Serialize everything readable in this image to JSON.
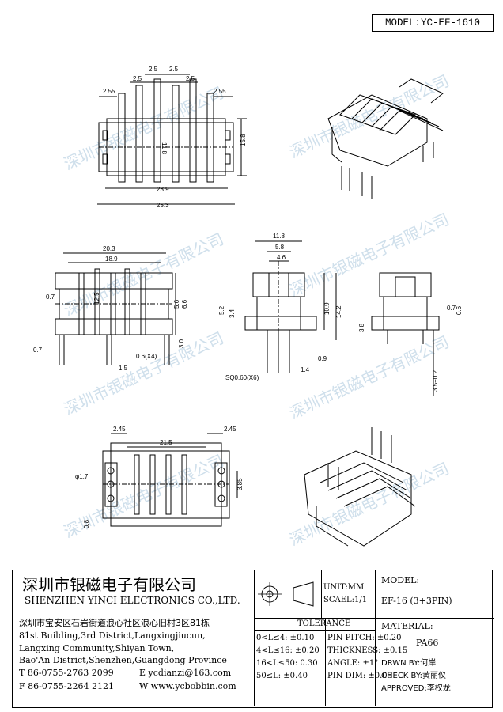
{
  "model_label": "MODEL:YC-EF-1610",
  "watermark": "深圳市银磁电子有限公司",
  "top_view": {
    "d1": "2.5",
    "d2": "2.5",
    "d3": "2.5",
    "d4": "2.5",
    "left": "2.55",
    "right": "2.55",
    "mid": "11.8",
    "height": "15.8",
    "inner_width": "23.9",
    "outer_width": "25.3"
  },
  "side_view": {
    "w1": "20.3",
    "w2": "18.9",
    "h1": "12.5",
    "h2": "5.6",
    "h3": "6.6",
    "pin_w": "0.6(X4)",
    "pitch": "3.0",
    "p1": "0.7",
    "p2": "0.7",
    "bot": "1.5"
  },
  "front_view": {
    "w1": "11.8",
    "w2": "5.8",
    "w3": "4.6",
    "h1": "5.2",
    "h2": "3.4",
    "h3": "10.9",
    "h4": "14.2",
    "p1": "0.9",
    "p2": "1.4",
    "pin": "SQ0.60(X6)"
  },
  "end_view": {
    "p1": "0.7",
    "p2": "0.6",
    "h1": "3.8",
    "pin_len": "3.5+0.2"
  },
  "bottom_view": {
    "l": "2.45",
    "r": "2.45",
    "w": "21.5",
    "h": "3.85",
    "d": "φ1.7",
    "p": "0.8"
  },
  "title_block": {
    "company_cn": "深圳市银磁电子有限公司",
    "company_en": "SHENZHEN YINCI ELECTRONICS CO.,LTD.",
    "address_cn": "深圳市宝安区石岩街道浪心社区浪心旧村3区81栋",
    "address_en_1": "81st Building,3rd District,Langxingjiucun,",
    "address_en_2": "Langxing Community,Shiyan Town,",
    "address_en_3": "Bao'An District,Shenzhen,Guangdong Province",
    "tel": "T 86-0755-2763 2099",
    "email": "E ycdianzi@163.com",
    "fax": "F 86-0755-2264 2121",
    "web": "W www.ycbobbin.com",
    "unit": "UNIT:MM",
    "scale": "SCAEL:1/1",
    "model_header": "MODEL:",
    "model_value": "EF-16 (3+3PIN)",
    "tolerance_header": "TOLERANCE",
    "tol_rows": [
      "0<L≤4: ±0.10",
      "4<L≤16: ±0.20",
      "16<L≤50: 0.30",
      "50≤L: ±0.40"
    ],
    "tol_rows2": [
      "PIN PITCH: ±0.20",
      "THICKNESS: ±0.15",
      "ANGLE: ±1°",
      "PIN DIM: ±0.05"
    ],
    "material_header": "MATERIAL:",
    "material_value": "PA66",
    "drawn_by": "DRWN BY:何岸",
    "checked_by": "CHECK BY:黄丽仪",
    "approved_by": "APPROVED:李权龙"
  }
}
